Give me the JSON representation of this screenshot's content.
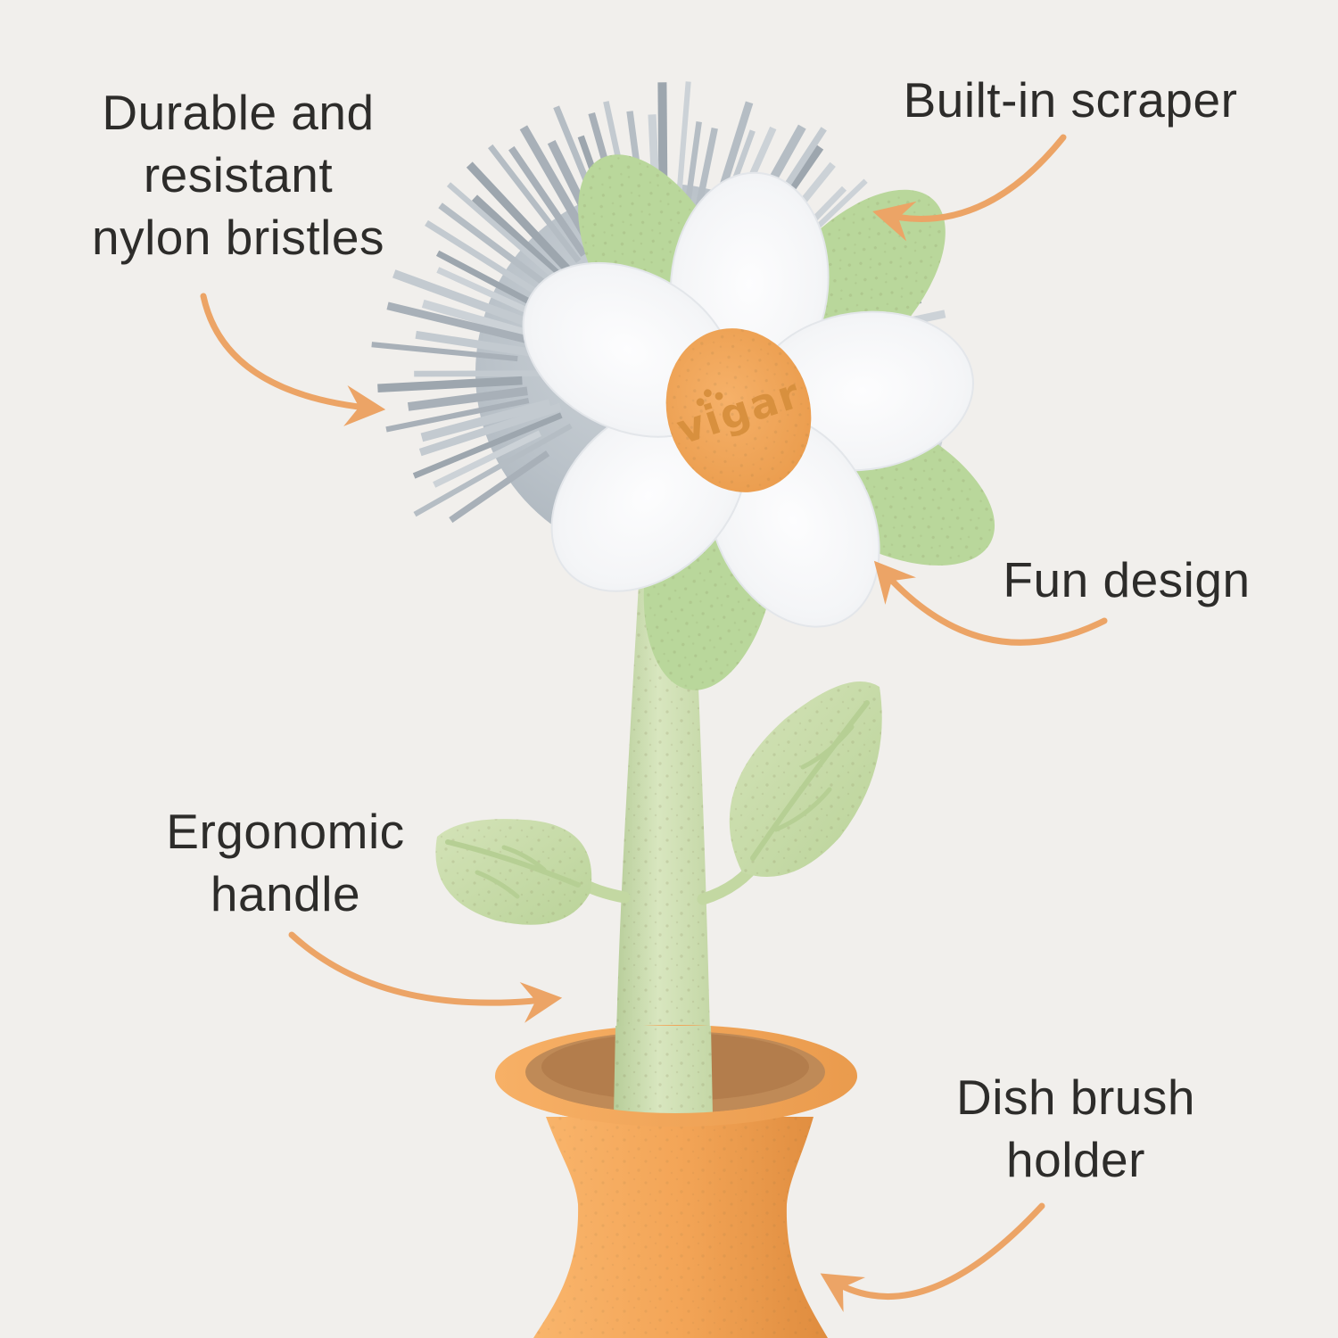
{
  "page": {
    "background_color": "#f1efec",
    "text_color": "#2d2c2a",
    "arrow_color": "#eca466"
  },
  "product": {
    "brand_logo": "vigar",
    "colors": {
      "bristles": "#bac2c9",
      "daisy_petals": "#f5f6f8",
      "flower_center": "#f0a85e",
      "scraper_backing": "#b9d79b",
      "stem_and_leaves": "#cde0b2",
      "vase_holder": "#f2a458"
    }
  },
  "annotations": {
    "bristles": {
      "label": "Durable and\nresistant\nnylon bristles"
    },
    "scraper": {
      "label": "Built-in scraper"
    },
    "fun": {
      "label": "Fun design"
    },
    "handle": {
      "label": "Ergonomic\nhandle"
    },
    "holder": {
      "label": "Dish brush\nholder"
    }
  }
}
